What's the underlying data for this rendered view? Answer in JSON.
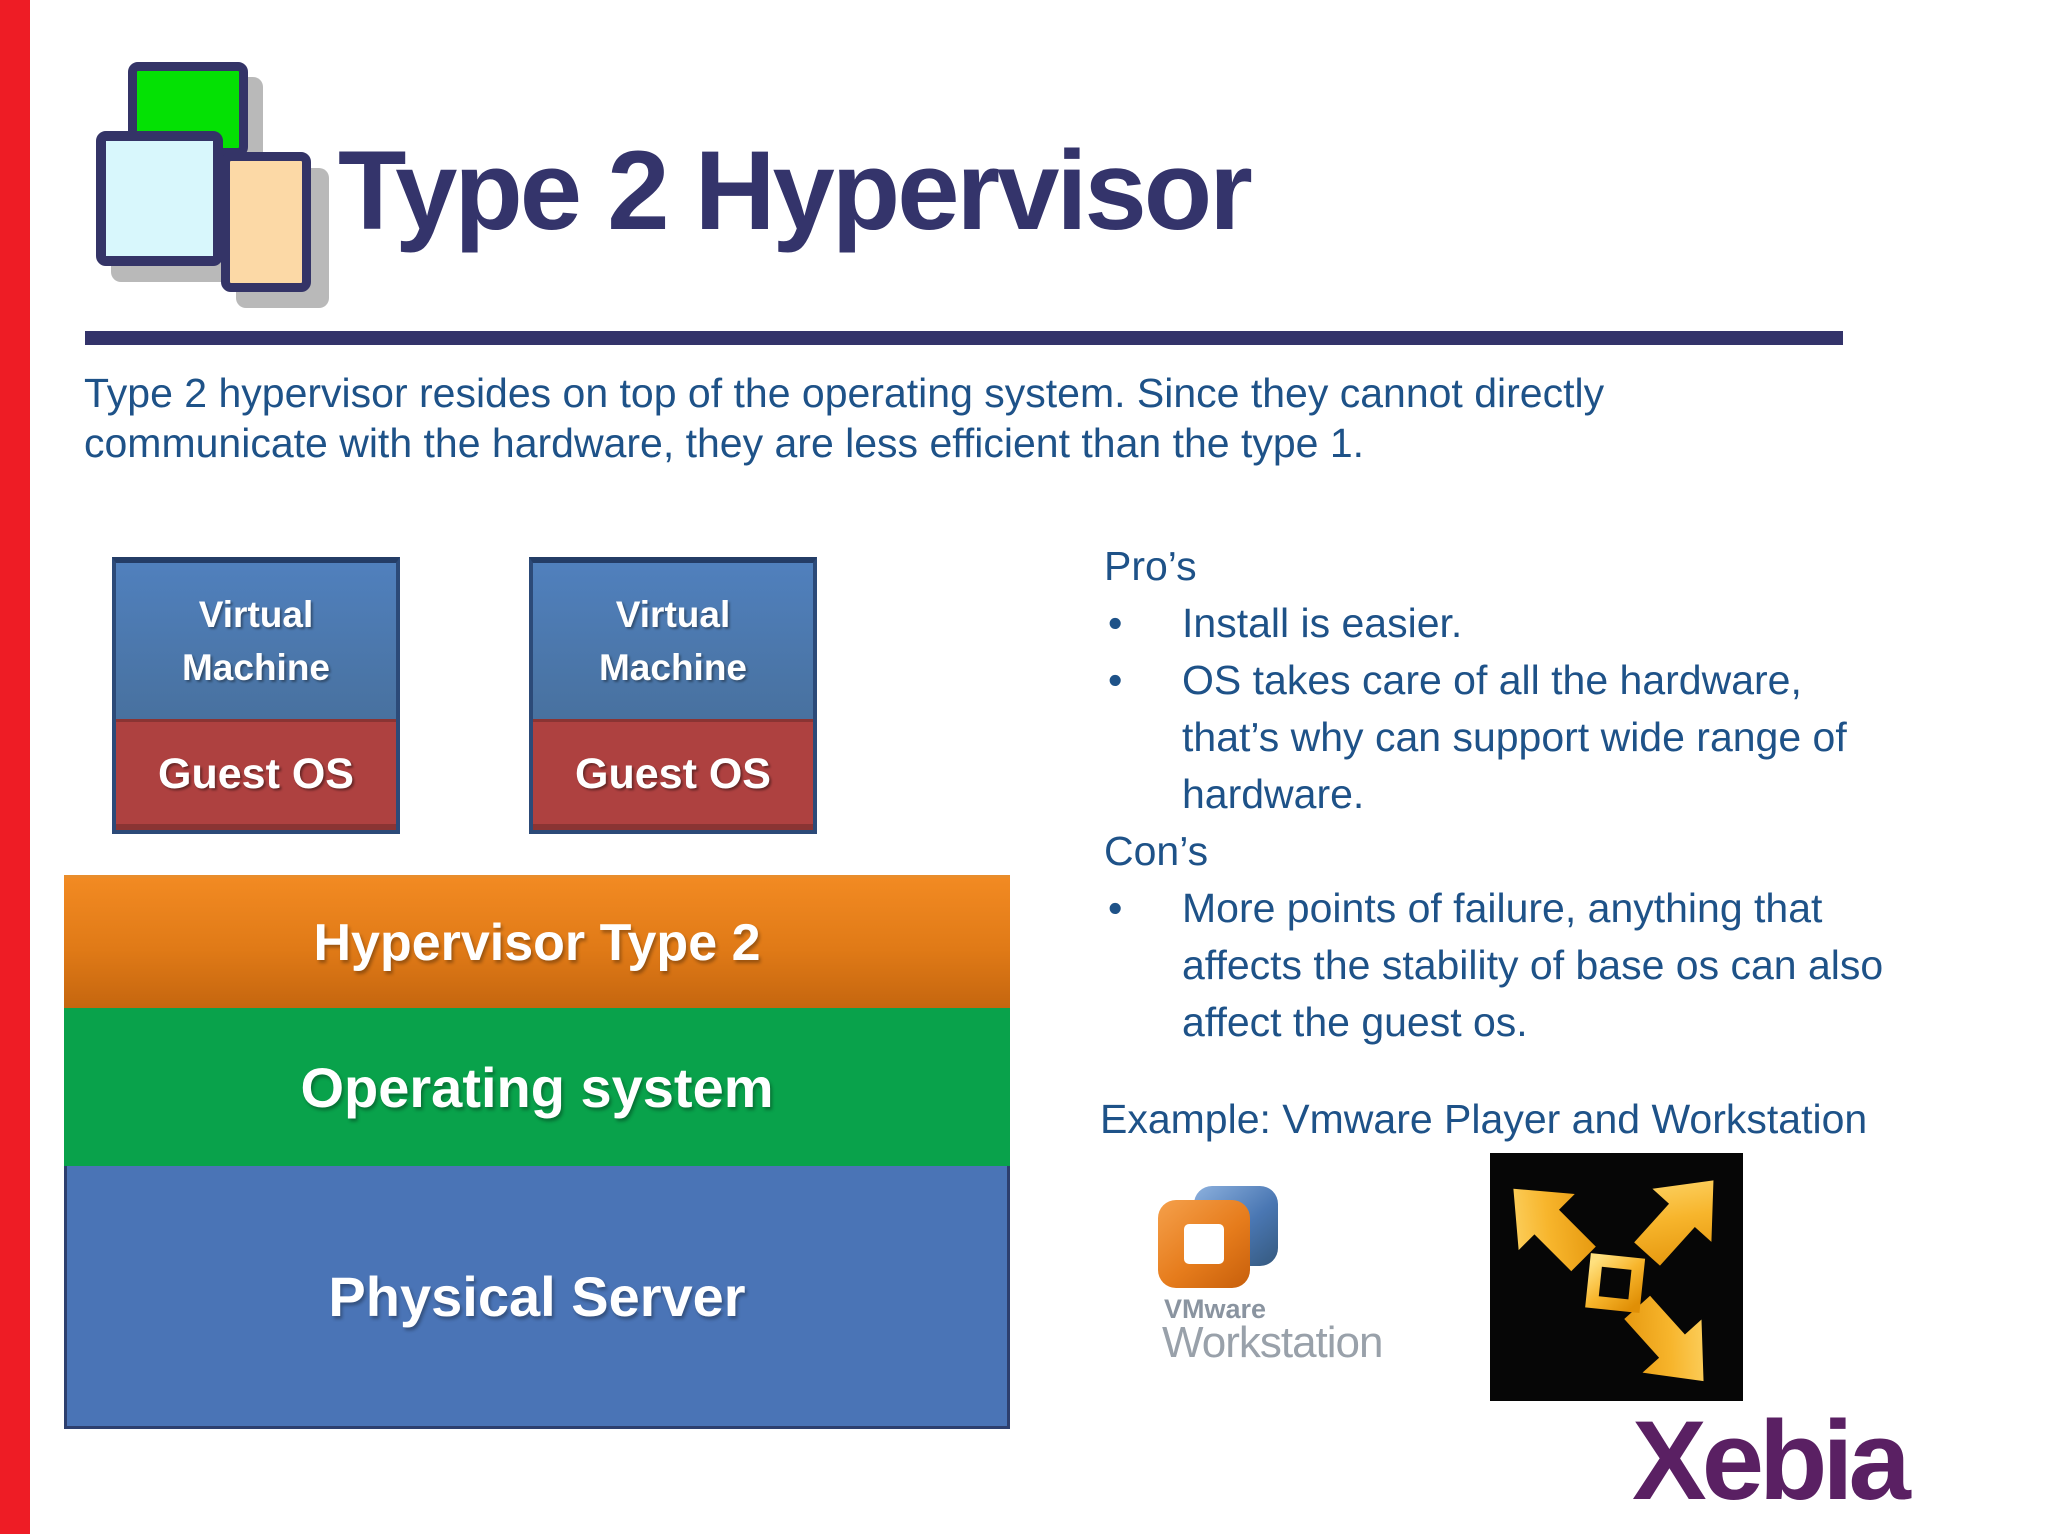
{
  "header": {
    "title": "Type 2 Hypervisor"
  },
  "intro": "Type 2 hypervisor resides on top of the operating system. Since they cannot directly\ncommunicate with the hardware, they are less efficient than the type 1.",
  "diagram": {
    "vm_label": "Virtual\nMachine",
    "guest_os_label": "Guest OS",
    "layers": {
      "hypervisor": "Hypervisor Type 2",
      "os": "Operating system",
      "server": "Physical Server"
    }
  },
  "right_column": {
    "bullet_char": "•",
    "pros_heading": "Pro’s",
    "pros": [
      "Install is easier.",
      "OS takes care of all the hardware,\nthat’s why can support wide range of\nhardware."
    ],
    "cons_heading": "Con’s",
    "cons": [
      "More points of failure, anything that\naffects the stability of base os can also\naffect the guest os."
    ],
    "example": "Example: Vmware Player and Workstation"
  },
  "logos": {
    "vmware_workstation": {
      "brand": "VMware",
      "product": "Workstation"
    },
    "xebia": "Xebia"
  },
  "colors": {
    "red_strip": "#ee1c25",
    "title_navy": "#34346b",
    "divider_navy": "#33336a",
    "body_blue": "#1e5288",
    "vm_blue": "#4d79b6",
    "guest_os_red": "#ae4140",
    "hypervisor_orange": "#e07a17",
    "os_green": "#09a24b",
    "server_blue": "#4a74b6",
    "vmware_gold": "#f7b52c",
    "xebia_purple": "#5a2063",
    "logo_gray": "#99a1aa"
  }
}
